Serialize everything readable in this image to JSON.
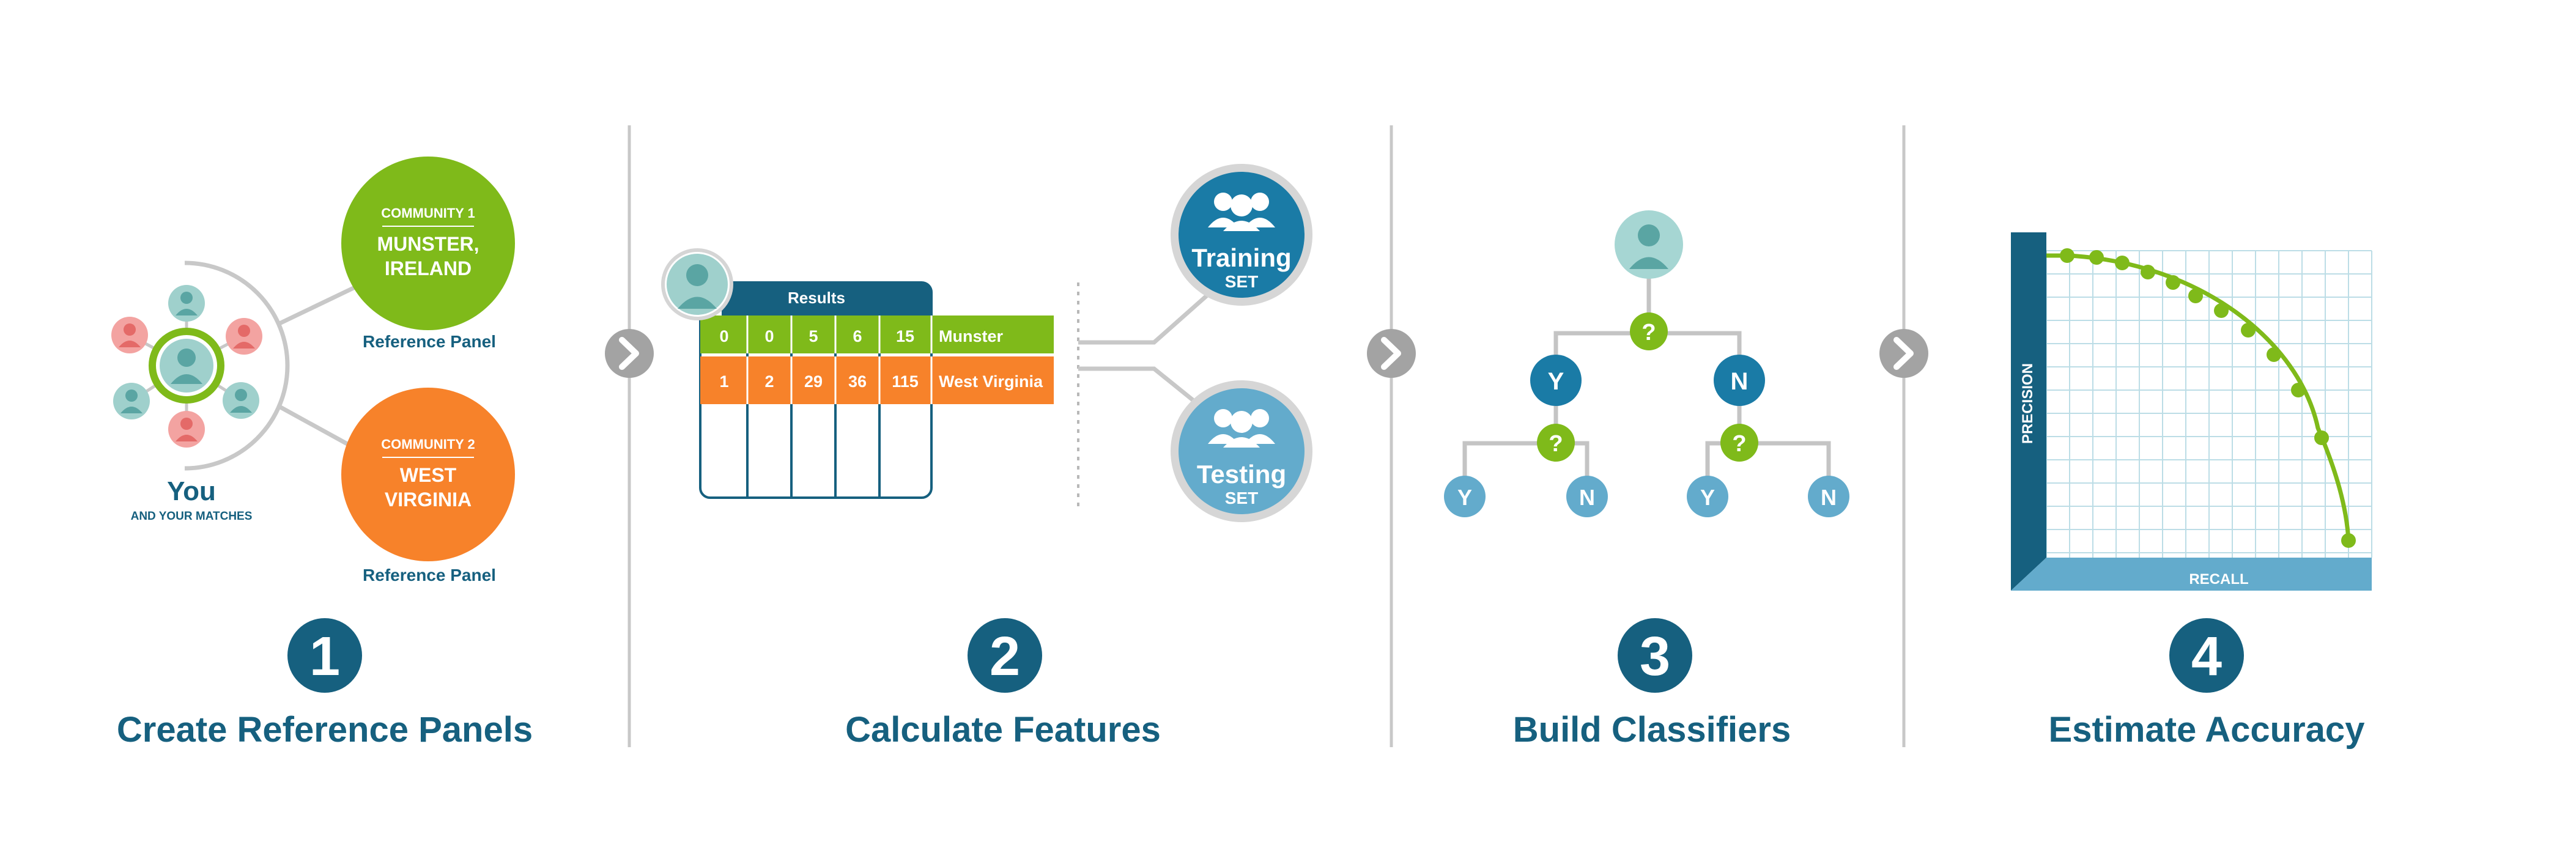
{
  "steps": [
    {
      "number": "1",
      "title": "Create Reference Panels"
    },
    {
      "number": "2",
      "title": "Calculate Features"
    },
    {
      "number": "3",
      "title": "Build Classifiers"
    },
    {
      "number": "4",
      "title": "Estimate Accuracy"
    }
  ],
  "panel1": {
    "you": "You",
    "matches": "AND YOUR MATCHES",
    "community1": {
      "tag": "COMMUNITY 1",
      "line1": "MUNSTER,",
      "line2": "IRELAND",
      "color": "#7fba1a"
    },
    "community2": {
      "tag": "COMMUNITY 2",
      "line1": "WEST",
      "line2": "VIRGINIA",
      "color": "#f7822a"
    },
    "reference_panel": "Reference Panel"
  },
  "panel2": {
    "results_header": "Results",
    "rows": [
      {
        "cells": [
          "0",
          "0",
          "5",
          "6",
          "15"
        ],
        "label": "Munster",
        "color": "#7fba1a"
      },
      {
        "cells": [
          "1",
          "2",
          "29",
          "36",
          "115"
        ],
        "label": "West Virginia",
        "color": "#f7822a"
      }
    ],
    "training": {
      "title": "Training",
      "sub": "SET",
      "color": "#1a7ba6"
    },
    "testing": {
      "title": "Testing",
      "sub": "SET",
      "color": "#63abcc"
    }
  },
  "panel3": {
    "question": "?",
    "level1": [
      "Y",
      "N"
    ],
    "leaves": [
      "Y",
      "N",
      "Y",
      "N"
    ]
  },
  "panel4": {
    "ylabel": "PRECISION",
    "xlabel": "RECALL",
    "curve_color": "#7fba1a"
  },
  "colors": {
    "dark_blue": "#16607f",
    "accent_blue": "#1a7ba6",
    "light_blue": "#63abcc",
    "gray": "#c2c2c2"
  }
}
